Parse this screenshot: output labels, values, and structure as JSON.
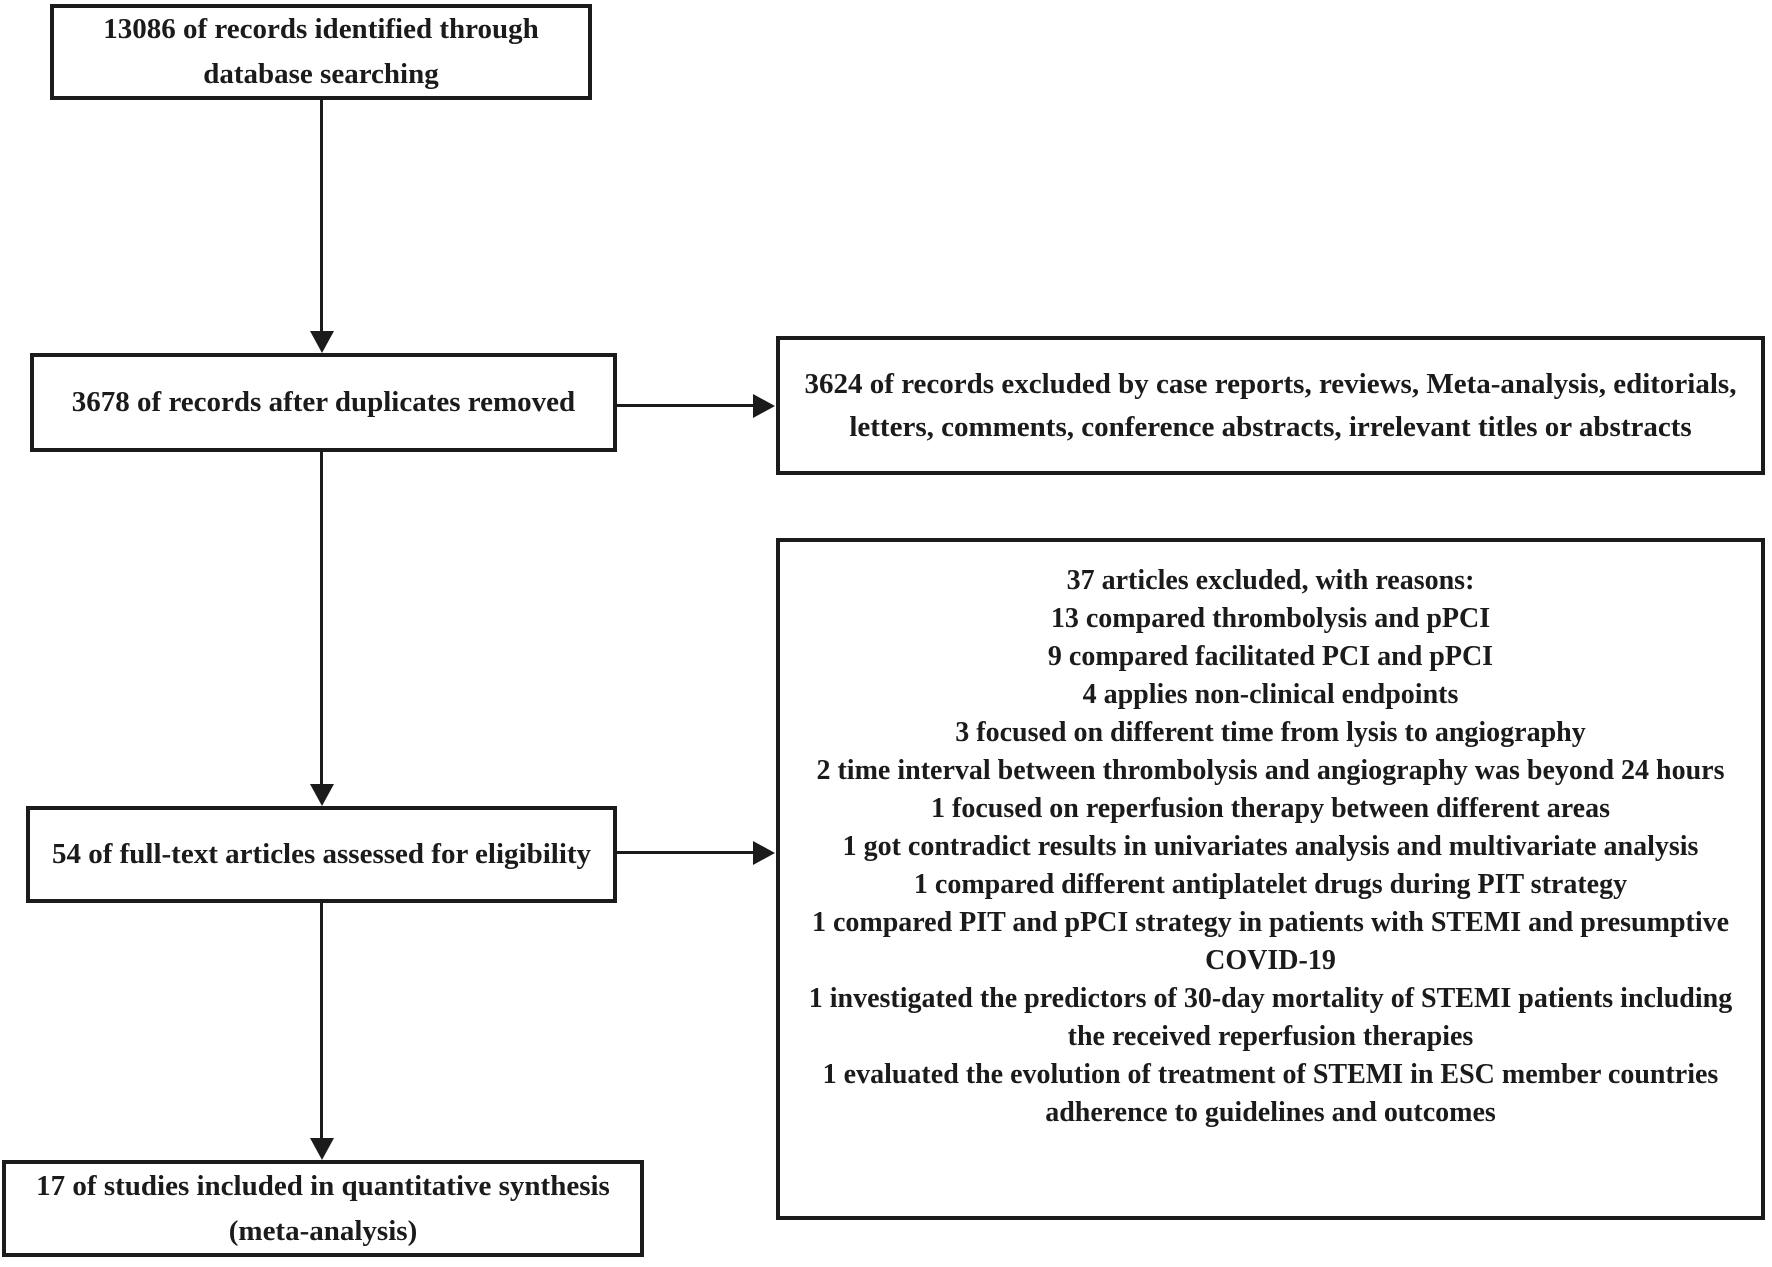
{
  "diagram": {
    "type": "prisma-flowchart",
    "colors": {
      "text": "#1b1b1b",
      "border": "#1b1b1b",
      "background": "#ffffff"
    },
    "boxes": {
      "identified": "13086 of records identified through database searching",
      "after_duplicates": "3678 of records after duplicates removed",
      "records_excluded": "3624 of records excluded by case reports, reviews, Meta-analysis, editorials, letters, comments, conference abstracts, irrelevant titles or abstracts",
      "fulltext_assessed": "54 of full-text articles assessed for eligibility",
      "articles_excluded_header": "37 articles excluded, with reasons:",
      "articles_excluded_reasons": [
        "13 compared thrombolysis and pPCI",
        "9 compared facilitated PCI and pPCI",
        "4 applies non-clinical endpoints",
        "3 focused on different time from lysis to angiography",
        "2 time interval between thrombolysis and angiography was beyond 24 hours",
        "1 focused on reperfusion therapy between different areas",
        "1 got contradict results in univariates analysis and multivariate analysis",
        "1 compared different antiplatelet drugs during PIT strategy",
        "1 compared PIT and pPCI strategy in patients with STEMI and presumptive COVID-19",
        "1 investigated the predictors of 30-day mortality of STEMI patients including the received reperfusion therapies",
        "1 evaluated the evolution of treatment of STEMI in ESC member countries adherence to guidelines and outcomes"
      ],
      "included": "17 of studies included in quantitative synthesis (meta-analysis)"
    }
  }
}
